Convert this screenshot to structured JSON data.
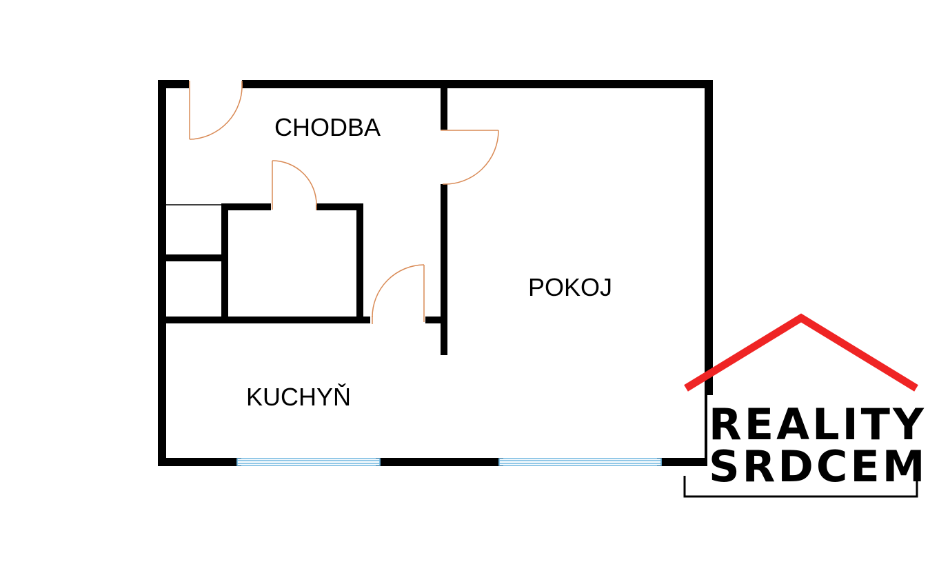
{
  "floor_plan": {
    "rooms": [
      {
        "id": "hall",
        "label": "CHODBA"
      },
      {
        "id": "room",
        "label": "POKOJ"
      },
      {
        "id": "kitchen",
        "label": "KUCHYŇ"
      }
    ]
  },
  "logo": {
    "line1": "REALITY",
    "line2": "SRDCEM"
  },
  "colors": {
    "wall": "#000000",
    "door": "#d98a55",
    "window": "#6fb6df",
    "logo_roof": "#ef2424",
    "background": "#ffffff"
  }
}
